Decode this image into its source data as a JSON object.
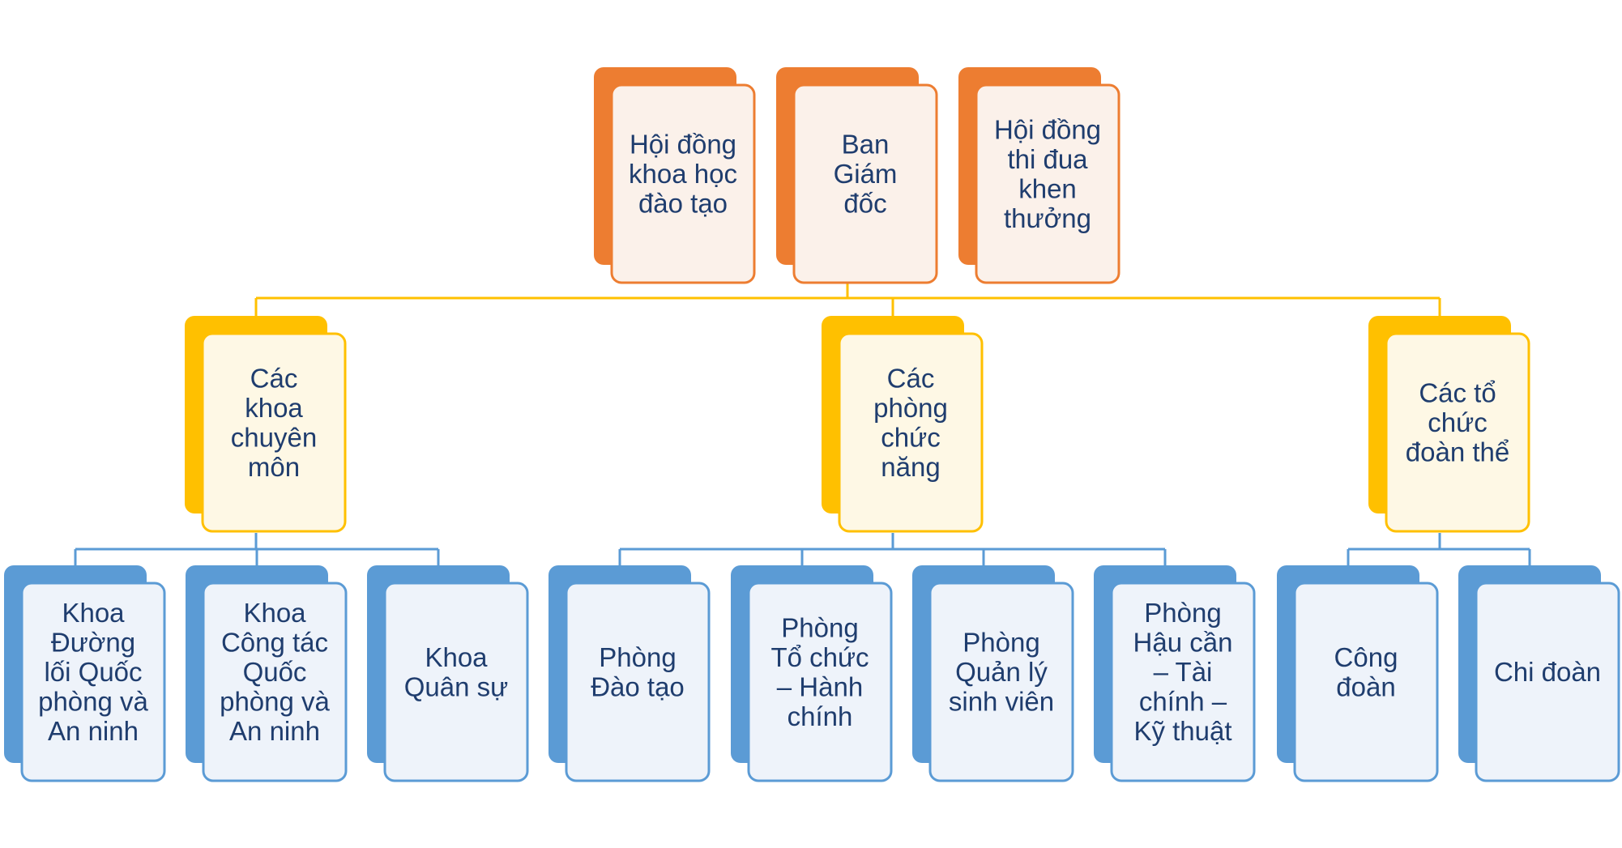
{
  "colors": {
    "top": {
      "back": "#ed7d31",
      "fill": "#fbf1ea",
      "stroke": "#ed7d31"
    },
    "mid": {
      "back": "#ffc000",
      "fill": "#fef8e5",
      "stroke": "#ffc000"
    },
    "leaf": {
      "back": "#5b9bd5",
      "fill": "#eef3fa",
      "stroke": "#5b9bd5"
    },
    "connector_top": "#ffc000",
    "connector_leaf": "#5b9bd5",
    "text": "#1f3d6e"
  },
  "nodes": [
    {
      "id": "hoi-dong-khoa-hoc",
      "level": "top",
      "lines": [
        "Hội đồng",
        "khoa học",
        "đào tạo"
      ]
    },
    {
      "id": "ban-giam-doc",
      "level": "top",
      "lines": [
        "Ban",
        "Giám",
        "đốc"
      ]
    },
    {
      "id": "hoi-dong-thi-dua",
      "level": "top",
      "lines": [
        "Hội đồng",
        "thi đua",
        "khen",
        "thưởng"
      ]
    },
    {
      "id": "cac-khoa-chuyen-mon",
      "level": "mid",
      "lines": [
        "Các",
        "khoa",
        "chuyên",
        "môn"
      ]
    },
    {
      "id": "cac-phong-chuc-nang",
      "level": "mid",
      "lines": [
        "Các",
        "phòng",
        "chức",
        "năng"
      ]
    },
    {
      "id": "cac-to-chuc-doan-the",
      "level": "mid",
      "lines": [
        "Các tổ",
        "chức",
        "đoàn thể"
      ]
    },
    {
      "id": "khoa-duong-loi",
      "level": "leaf",
      "lines": [
        "Khoa",
        "Đường",
        "lối Quốc",
        "phòng và",
        "An ninh"
      ]
    },
    {
      "id": "khoa-cong-tac",
      "level": "leaf",
      "lines": [
        "Khoa",
        "Công tác",
        "Quốc",
        "phòng và",
        "An ninh"
      ]
    },
    {
      "id": "khoa-quan-su",
      "level": "leaf",
      "lines": [
        "Khoa",
        "Quân sự"
      ]
    },
    {
      "id": "phong-dao-tao",
      "level": "leaf",
      "lines": [
        "Phòng",
        "Đào tạo"
      ]
    },
    {
      "id": "phong-to-chuc-hanh-chinh",
      "level": "leaf",
      "lines": [
        "Phòng",
        "Tổ chức",
        "– Hành",
        "chính"
      ]
    },
    {
      "id": "phong-quan-ly-sinh-vien",
      "level": "leaf",
      "lines": [
        "Phòng",
        "Quản lý",
        "sinh viên"
      ]
    },
    {
      "id": "phong-hau-can",
      "level": "leaf",
      "lines": [
        "Phòng",
        "Hậu cần",
        "– Tài",
        "chính –",
        "Kỹ thuật"
      ]
    },
    {
      "id": "cong-doan",
      "level": "leaf",
      "lines": [
        "Công",
        "đoàn"
      ]
    },
    {
      "id": "chi-doan",
      "level": "leaf",
      "lines": [
        "Chi đoàn"
      ]
    }
  ]
}
